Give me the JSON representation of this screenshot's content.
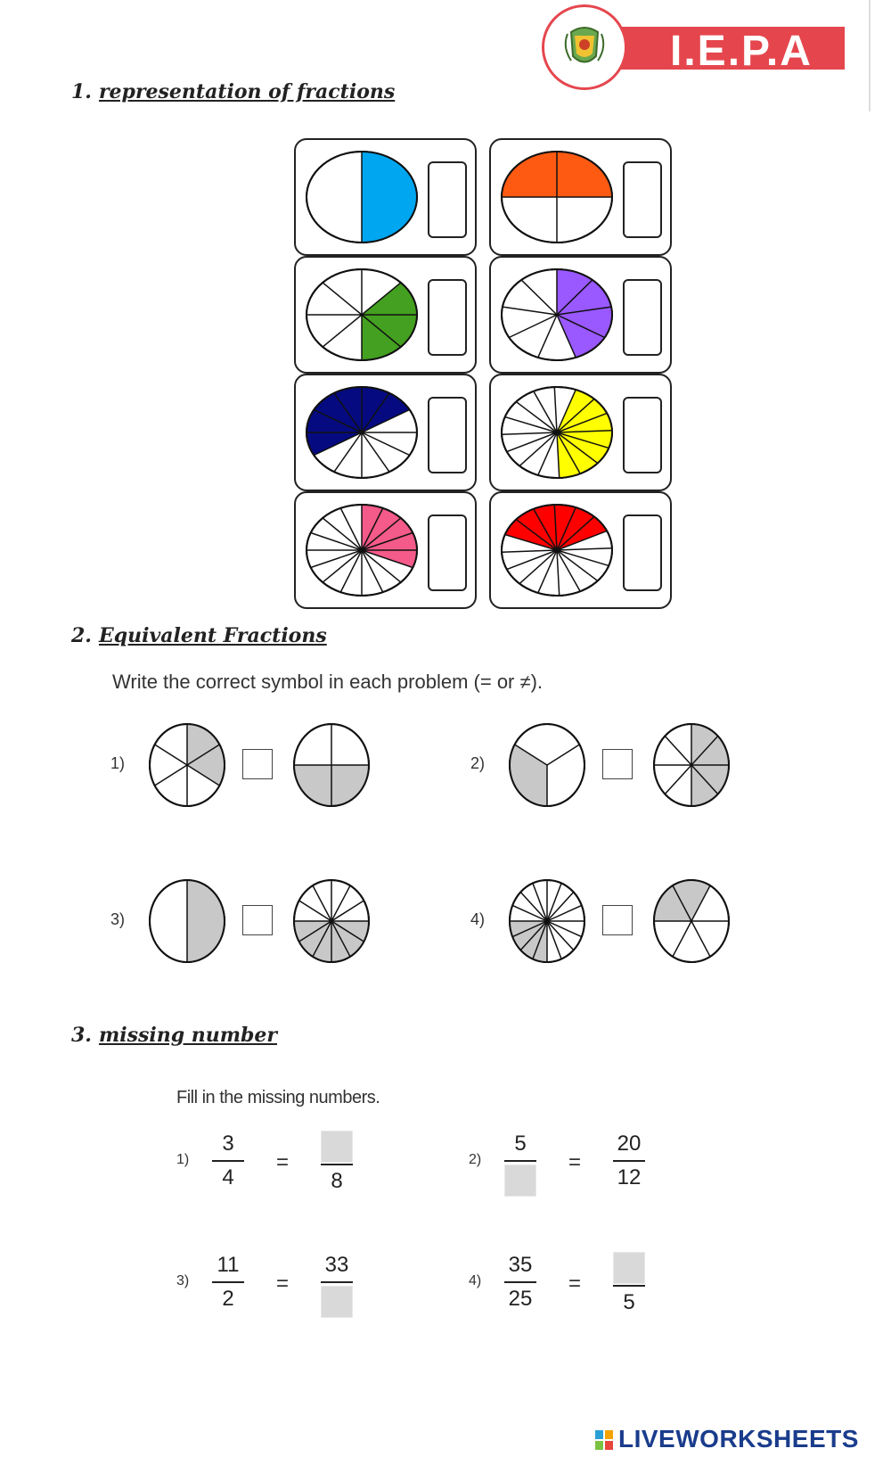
{
  "header": {
    "school_name": "I.E.P.A"
  },
  "section1": {
    "number": "1.",
    "title": "representation of fractions",
    "circles": [
      {
        "color": "#00a6f0",
        "slices": 2,
        "filled": 1
      },
      {
        "color": "#ff5a12",
        "slices": 4,
        "filled": 2
      },
      {
        "color": "#44a020",
        "slices": 8,
        "filled": 3
      },
      {
        "color": "#9a58ff",
        "slices": 9,
        "filled": 4
      },
      {
        "color": "#050a80",
        "slices": 12,
        "filled": 6
      },
      {
        "color": "#ffff00",
        "slices": 16,
        "filled": 7
      },
      {
        "color": "#f45a8a",
        "slices": 16,
        "filled": 5
      },
      {
        "color": "#ff0000",
        "slices": 16,
        "filled": 6
      }
    ]
  },
  "section2": {
    "number": "2.",
    "title": "Equivalent Fractions",
    "instruction": "Write the correct symbol in each problem (= or ≠).",
    "problems": [
      {
        "label": "1)",
        "left": {
          "slices": 6,
          "filled": 2
        },
        "right": {
          "slices": 4,
          "filled": 2
        }
      },
      {
        "label": "2)",
        "left": {
          "slices": 3,
          "filled": 1
        },
        "right": {
          "slices": 8,
          "filled": 4
        }
      },
      {
        "label": "3)",
        "left": {
          "slices": 2,
          "filled": 1
        },
        "right": {
          "slices": 12,
          "filled": 6
        }
      },
      {
        "label": "4)",
        "left": {
          "slices": 16,
          "filled": 4
        },
        "right": {
          "slices": 6,
          "filled": 2
        }
      }
    ],
    "shade_color": "#c8c8c8"
  },
  "section3": {
    "number": "3.",
    "title": "missing number",
    "instruction": "Fill in the missing numbers.",
    "equals": "=",
    "problems": [
      {
        "label": "1)",
        "a_num": "3",
        "a_den": "4",
        "b_num": "",
        "b_den": "8"
      },
      {
        "label": "2)",
        "a_num": "5",
        "a_den": "",
        "b_num": "20",
        "b_den": "12"
      },
      {
        "label": "3)",
        "a_num": "11",
        "a_den": "2",
        "b_num": "33",
        "b_den": ""
      },
      {
        "label": "4)",
        "a_num": "35",
        "a_den": "25",
        "b_num": "",
        "b_den": "5"
      }
    ]
  },
  "footer": {
    "brand": "LIVEWORKSHEETS"
  }
}
